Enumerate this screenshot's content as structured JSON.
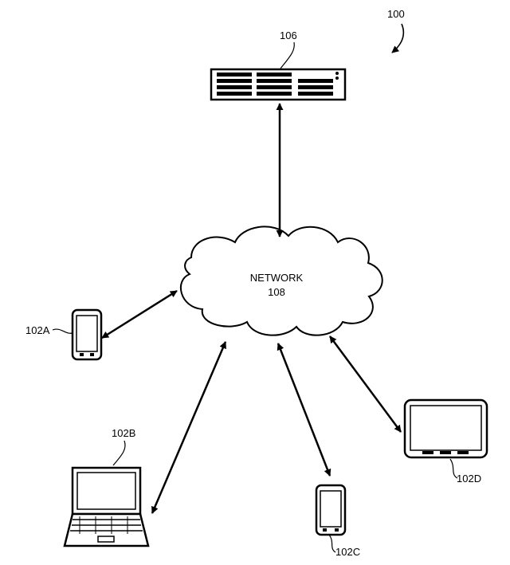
{
  "figure": {
    "ref": "100"
  },
  "server": {
    "ref": "106"
  },
  "network": {
    "title": "NETWORK",
    "ref": "108"
  },
  "devices": [
    {
      "ref": "102A",
      "kind": "smartphone"
    },
    {
      "ref": "102B",
      "kind": "laptop"
    },
    {
      "ref": "102C",
      "kind": "smartphone"
    },
    {
      "ref": "102D",
      "kind": "tablet"
    }
  ],
  "connections": [
    {
      "from": "server-106",
      "to": "network-108",
      "bidirectional": true
    },
    {
      "from": "device-102A",
      "to": "network-108",
      "bidirectional": true
    },
    {
      "from": "device-102B",
      "to": "network-108",
      "bidirectional": true
    },
    {
      "from": "device-102C",
      "to": "network-108",
      "bidirectional": true
    },
    {
      "from": "device-102D",
      "to": "network-108",
      "bidirectional": true
    }
  ]
}
